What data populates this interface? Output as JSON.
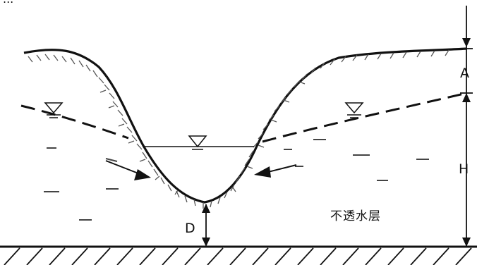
{
  "figure": {
    "caption_fragment": "...",
    "labels": {
      "A": "A",
      "H": "H",
      "D": "D",
      "impermeable_layer": "不透水层"
    },
    "symbols": {
      "water_table_left": "water-level-triangle",
      "water_surface_center": "water-level-triangle",
      "water_table_right": "water-level-triangle"
    }
  }
}
